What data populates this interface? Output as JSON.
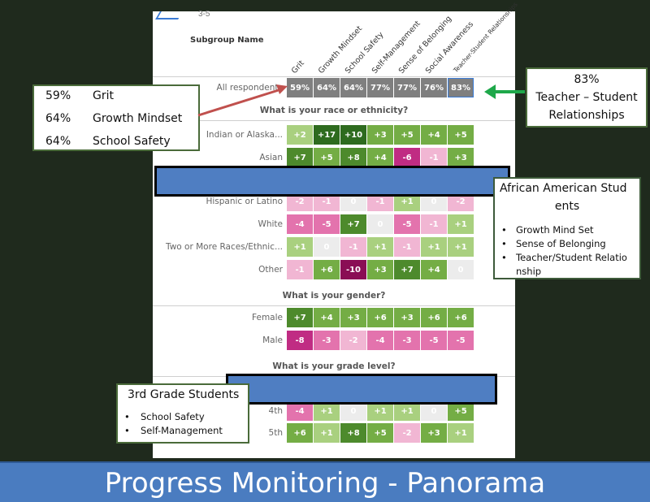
{
  "slide_title": "Progress Monitoring - Panorama",
  "doc": {
    "grade_range": "3-5",
    "subgroup_header": "Subgroup Name",
    "columns": [
      "Grit",
      "Growth Mindset",
      "School Safety",
      "Self-Management",
      "Sense of Belonging",
      "Social Awareness",
      "Teacher-Student Relationships"
    ],
    "all_row": {
      "label": "All respondents",
      "values": [
        "59%",
        "64%",
        "64%",
        "77%",
        "77%",
        "76%",
        "83%"
      ]
    },
    "sections": [
      {
        "question": "What is your race or ethnicity?",
        "rows": [
          {
            "label": "Indian or Alaska...",
            "values": [
              "+2",
              "+17",
              "+10",
              "+3",
              "+5",
              "+4",
              "+5"
            ]
          },
          {
            "label": "Asian",
            "values": [
              "+7",
              "+5",
              "+8",
              "+4",
              "-6",
              "-1",
              "+3"
            ]
          },
          {
            "label": "Hispanic or Latino",
            "values": [
              "-2",
              "-1",
              "0",
              "-1",
              "+1",
              "0",
              "-2"
            ]
          },
          {
            "label": "White",
            "values": [
              "-4",
              "-5",
              "+7",
              "0",
              "-5",
              "-1",
              "+1"
            ]
          },
          {
            "label": "Two or More Races/Ethnic...",
            "values": [
              "+1",
              "0",
              "-1",
              "+1",
              "-1",
              "+1",
              "+1"
            ]
          },
          {
            "label": "Other",
            "values": [
              "-1",
              "+6",
              "-10",
              "+3",
              "+7",
              "+4",
              "0"
            ]
          }
        ]
      },
      {
        "question": "What is your gender?",
        "rows": [
          {
            "label": "Female",
            "values": [
              "+7",
              "+4",
              "+3",
              "+6",
              "+3",
              "+6",
              "+6"
            ]
          },
          {
            "label": "Male",
            "values": [
              "-8",
              "-3",
              "-2",
              "-4",
              "-3",
              "-5",
              "-5"
            ]
          }
        ]
      },
      {
        "question": "What is your grade level?",
        "rows": [
          {
            "label": "4th",
            "values": [
              "-4",
              "+1",
              "0",
              "+1",
              "+1",
              "0",
              "+5"
            ]
          },
          {
            "label": "5th",
            "values": [
              "+6",
              "+1",
              "+8",
              "+5",
              "-2",
              "+3",
              "+1"
            ]
          }
        ]
      }
    ]
  },
  "callout_left": {
    "rows": [
      {
        "pct": "59%",
        "name": "Grit"
      },
      {
        "pct": "64%",
        "name": "Growth Mindset"
      },
      {
        "pct": "64%",
        "name": "School Safety"
      }
    ]
  },
  "callout_right_top": {
    "line1": "83%",
    "line2": "Teacher – Student",
    "line3": "Relationships"
  },
  "callout_african": {
    "title_line1": "African American Stud",
    "title_line2": "ents",
    "bullets": [
      "Growth Mind Set",
      "Sense of Belonging",
      "Teacher/Student Relatio",
      "nship"
    ]
  },
  "callout_third": {
    "title": "3rd Grade Students",
    "bullets": [
      "School Safety",
      "Self-Management"
    ]
  },
  "colors": {
    "slide_bg": "#1f2a1d",
    "title_bar": "#4a7cc0",
    "redaction": "#4f7ec2",
    "callout_border": "#4a6b3a",
    "arrow_red": "#c0504d",
    "arrow_green": "#1ea84a"
  }
}
